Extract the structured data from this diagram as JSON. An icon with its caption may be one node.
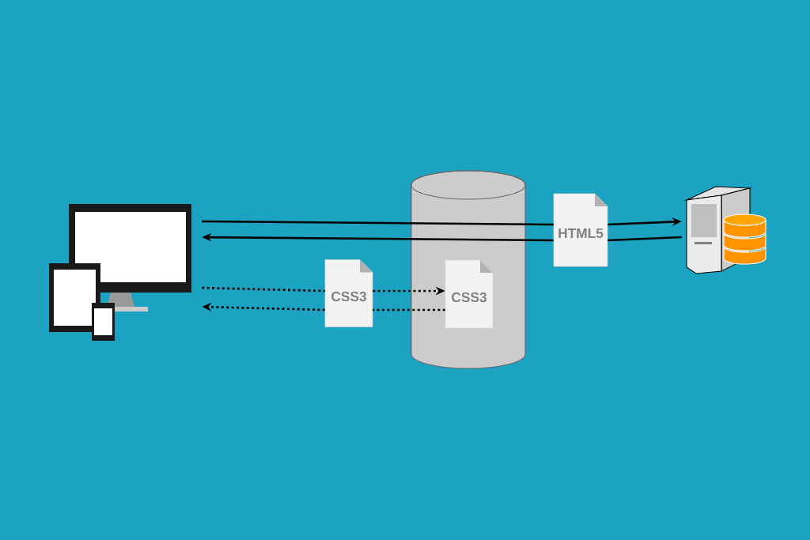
{
  "diagram": {
    "nodes": [
      {
        "text": [],
        "shape": "picture"
      },
      {
        "text": [],
        "shape": "cylinder"
      },
      {
        "text": [
          "CSS3"
        ],
        "in": 1
      },
      {
        "text": [
          "CSS3"
        ]
      },
      {
        "text": [
          "HTML5"
        ]
      },
      {
        "text": [],
        "shape": "picture"
      }
    ],
    "edges": [
      {
        "from": 0,
        "to": 4,
        "arrow": "none"
      },
      {
        "from": 4,
        "to": 5,
        "arrow": "to"
      },
      {
        "from": 5,
        "to": 4,
        "arrow": "none"
      },
      {
        "from": 4,
        "to": 0,
        "arrow": "to"
      },
      {
        "from": 0,
        "to": 3,
        "arrow": "none",
        "style": "dashed"
      },
      {
        "from": 3,
        "to": 2,
        "arrow": "to",
        "style": "dashed"
      },
      {
        "from": 2,
        "to": 3,
        "arrow": "none",
        "style": "dashed"
      },
      {
        "from": 3,
        "to": 0,
        "arrow": "to",
        "style": "dashed"
      }
    ]
  }
}
